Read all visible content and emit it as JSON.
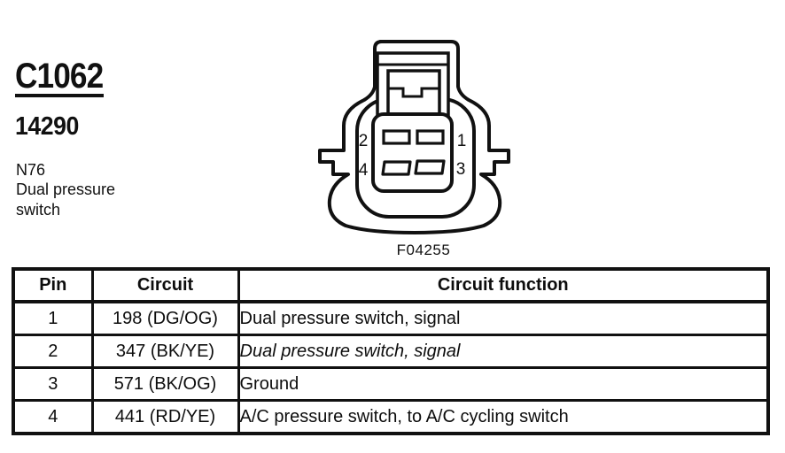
{
  "page": {
    "background": "#ffffff",
    "ink": "#111111"
  },
  "header": {
    "connector_id": "C1062",
    "part_number": "14290",
    "component_code": "N76",
    "component_name_line1": "Dual pressure",
    "component_name_line2": "switch"
  },
  "diagram": {
    "figure_id": "F04255",
    "pin_labels": {
      "top_left": "2",
      "top_right": "1",
      "bottom_left": "4",
      "bottom_right": "3"
    }
  },
  "table": {
    "columns": [
      "Pin",
      "Circuit",
      "Circuit function"
    ],
    "rows": [
      {
        "pin": "1",
        "circuit": "198 (DG/OG)",
        "function": "Dual pressure switch, signal",
        "italic": false
      },
      {
        "pin": "2",
        "circuit": "347 (BK/YE)",
        "function": "Dual pressure switch, signal",
        "italic": true
      },
      {
        "pin": "3",
        "circuit": "571 (BK/OG)",
        "function": "Ground",
        "italic": false
      },
      {
        "pin": "4",
        "circuit": "441 (RD/YE)",
        "function": "A/C pressure switch, to A/C cycling switch",
        "italic": false
      }
    ]
  }
}
